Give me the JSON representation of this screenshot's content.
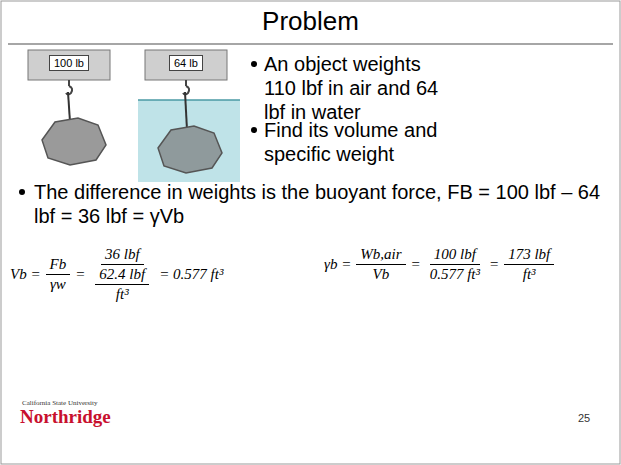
{
  "diagram": {
    "title": "Problem",
    "nodes": [
      {
        "text": [
          "100 lb"
        ]
      },
      {
        "text": [
          "64 lb"
        ]
      }
    ],
    "labels": [
      "An object weights 110 lbf in air and 64 lbf in water",
      "Find its volume and specific weight",
      "The difference in weights is the buoyant force, FB = 100 lbf – 64 lbf = 36 lbf = γVb",
      "Vb =",
      "Fb",
      "γw",
      "=",
      "36 lbf",
      "62.4 lbf",
      "ft³",
      "= 0.577 ft³",
      "γb =",
      "Wb,air",
      "Vb",
      "=",
      "100 lbf",
      "0.577 ft³",
      "=",
      "173 lbf",
      "ft³",
      "California State University",
      "Northridge",
      "25"
    ]
  }
}
